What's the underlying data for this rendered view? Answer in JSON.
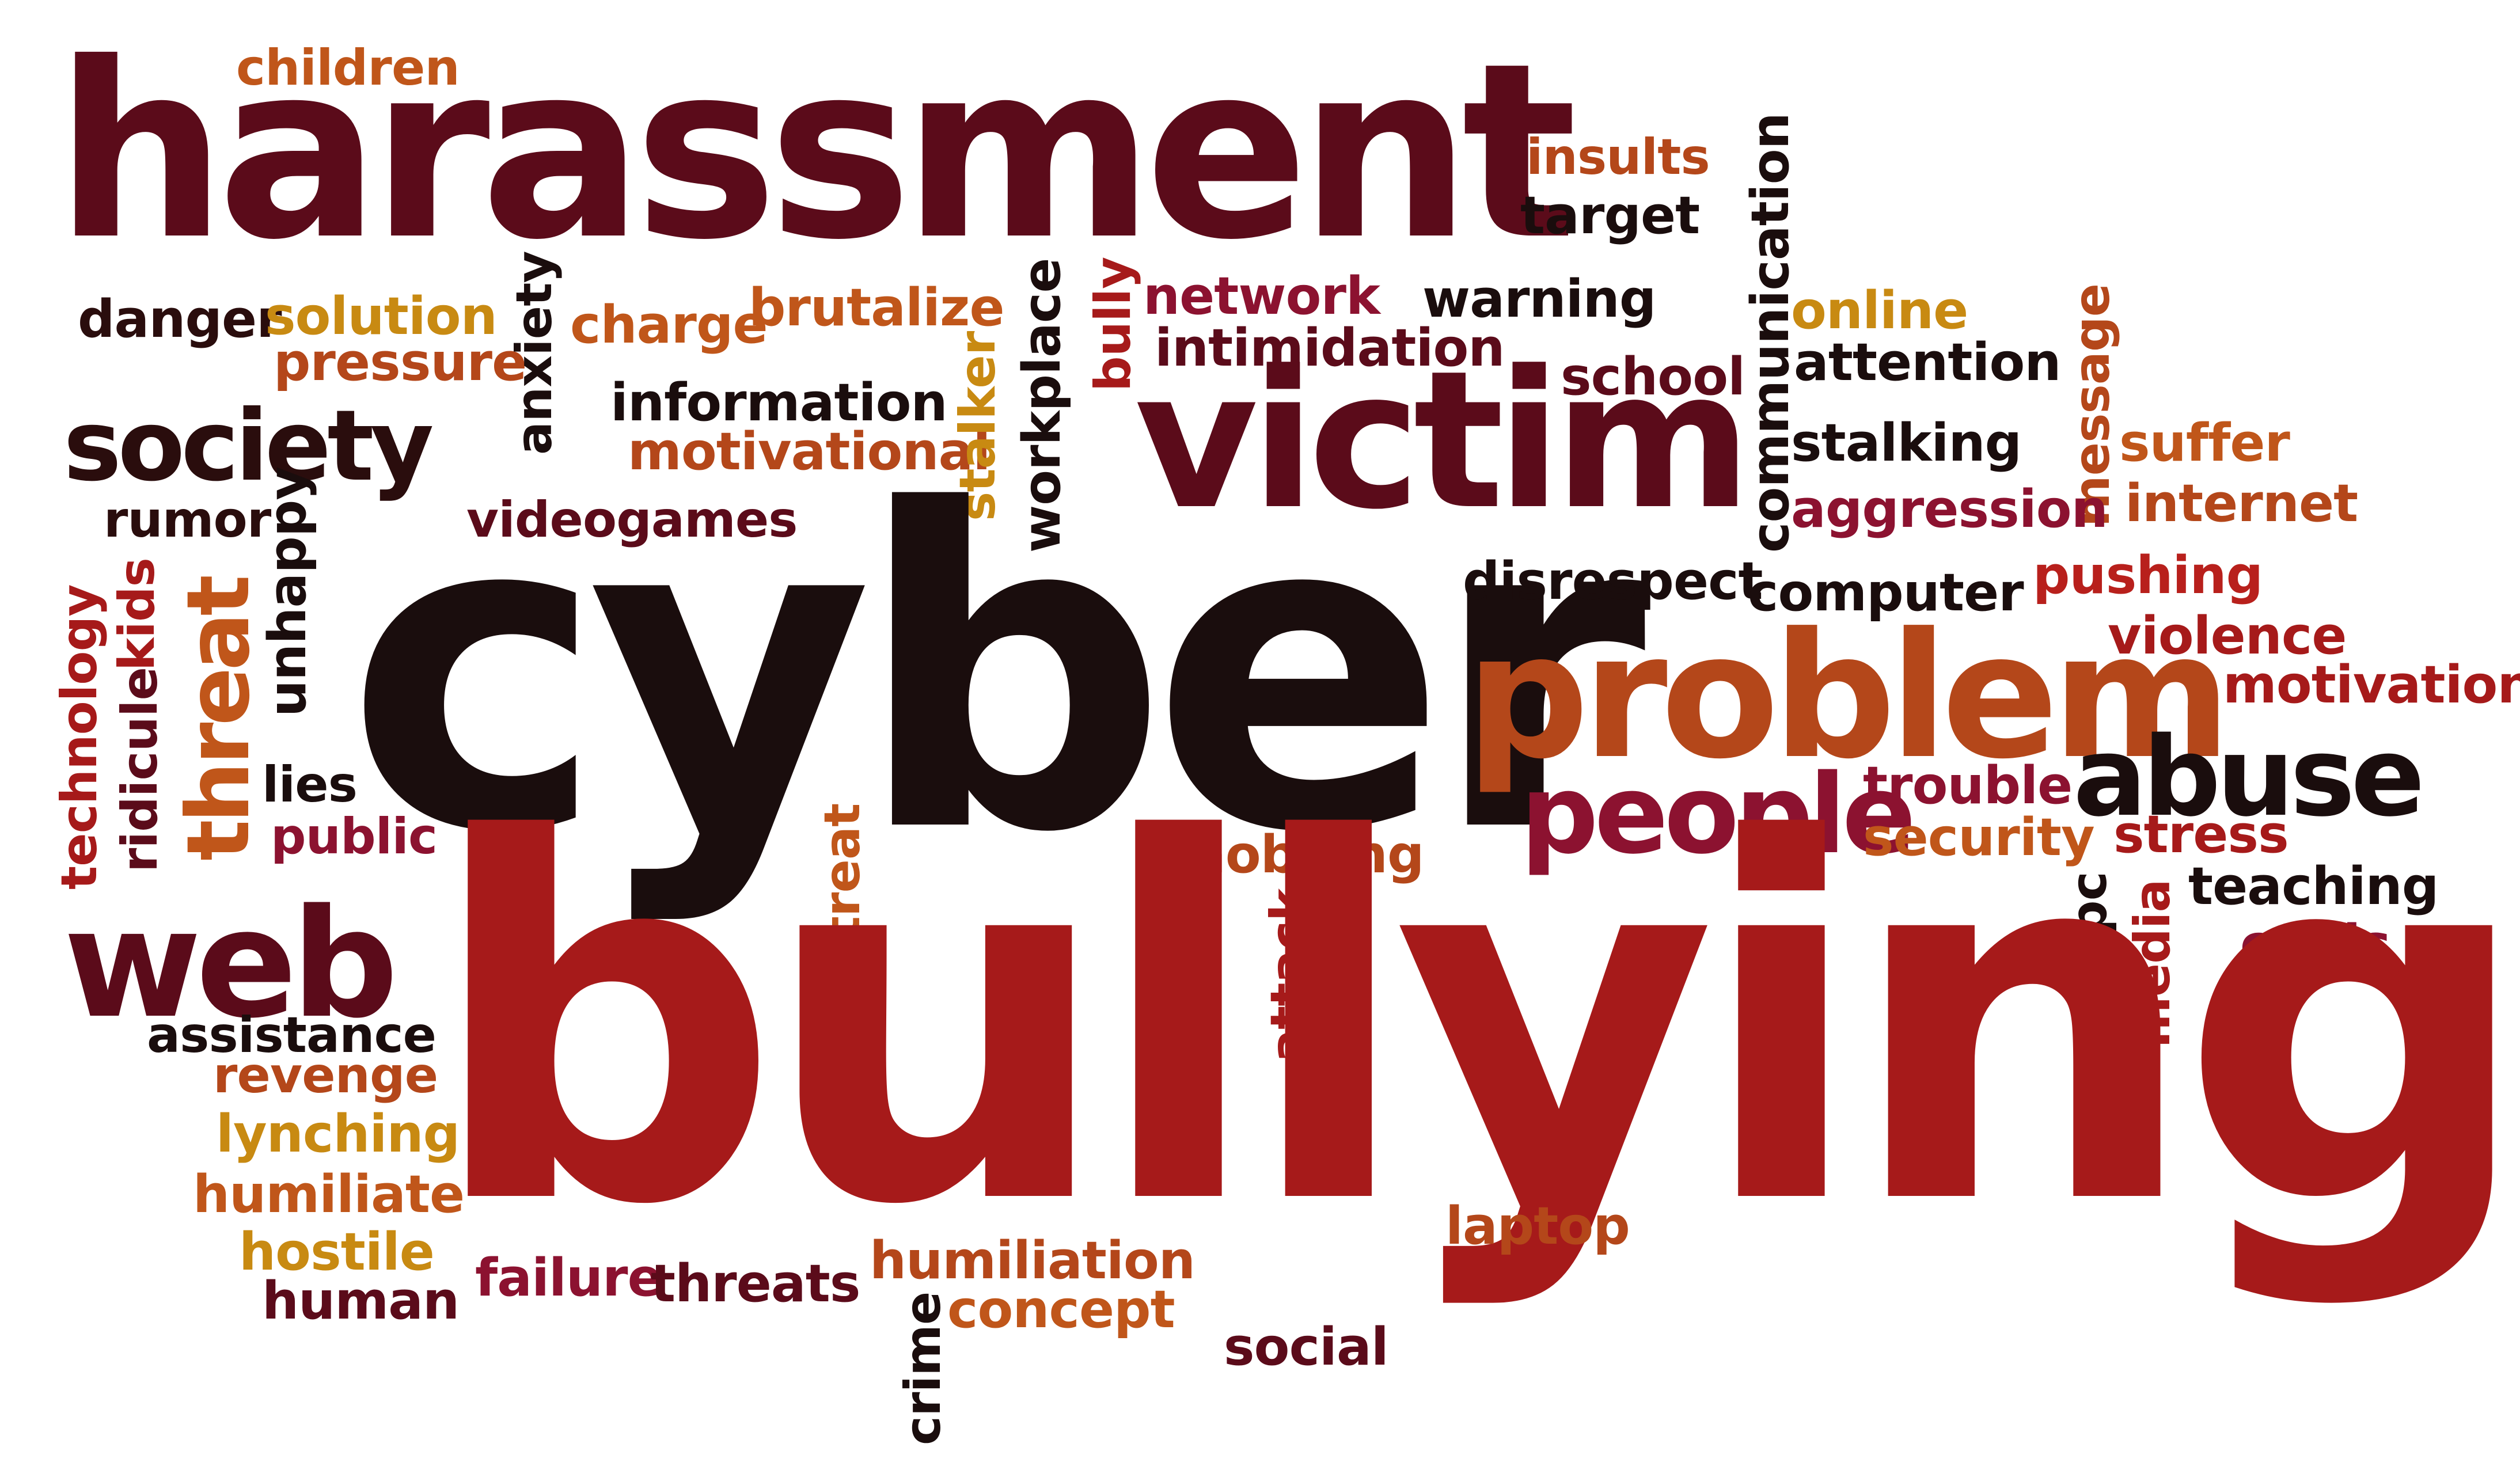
{
  "words": {
    "harassment": "harassment",
    "children": "children",
    "insults": "insults",
    "target": "target",
    "danger": "danger",
    "solution": "solution",
    "pressure": "pressure",
    "anxiety": "anxiety",
    "charge": "charge",
    "brutalize": "brutalize",
    "bully": "bully",
    "network": "network",
    "intimidation": "intimidation",
    "warning": "warning",
    "communication": "communication",
    "online": "online",
    "school": "school",
    "attention": "attention",
    "message": "message",
    "society": "society",
    "information": "information",
    "motivational": "motivational",
    "stalker": "stalker",
    "workplace": "workplace",
    "victim": "victim",
    "stalking": "stalking",
    "suffer": "suffer",
    "aggression": "aggression",
    "internet": "internet",
    "rumor": "rumor",
    "videogames": "videogames",
    "cyber": "cyber",
    "disrespect": "disrespect",
    "computer": "computer",
    "pushing": "pushing",
    "violence": "violence",
    "motivation": "motivation",
    "problem": "problem",
    "unhappy": "unhappy",
    "kids": "kids",
    "threat": "threat",
    "ridicule": "ridicule",
    "technology": "technology",
    "lies": "lies",
    "public": "public",
    "people": "people",
    "trouble": "trouble",
    "security": "security",
    "abuse": "abuse",
    "stress": "stress",
    "teaching": "teaching",
    "crisis": "crisis",
    "pc": "pc",
    "media": "media",
    "mobbing": "mobbing",
    "mistreat": "mistreat",
    "attack": "attack",
    "web": "web",
    "bullying": "bullying",
    "assistance": "assistance",
    "revenge": "revenge",
    "lynching": "lynching",
    "humiliate": "humiliate",
    "hostile": "hostile",
    "human": "human",
    "failure": "failure",
    "threats": "threats",
    "humiliation": "humiliation",
    "concept": "concept",
    "crime": "crime",
    "laptop": "laptop",
    "social": "social"
  },
  "colors": {
    "maroon": "#5b0b1a",
    "dark": "#2a0d0d",
    "red": "#a61a1a",
    "rust": "#b4471a",
    "orange": "#c0561a",
    "amber": "#c88a12",
    "crimson": "#8c1230"
  }
}
